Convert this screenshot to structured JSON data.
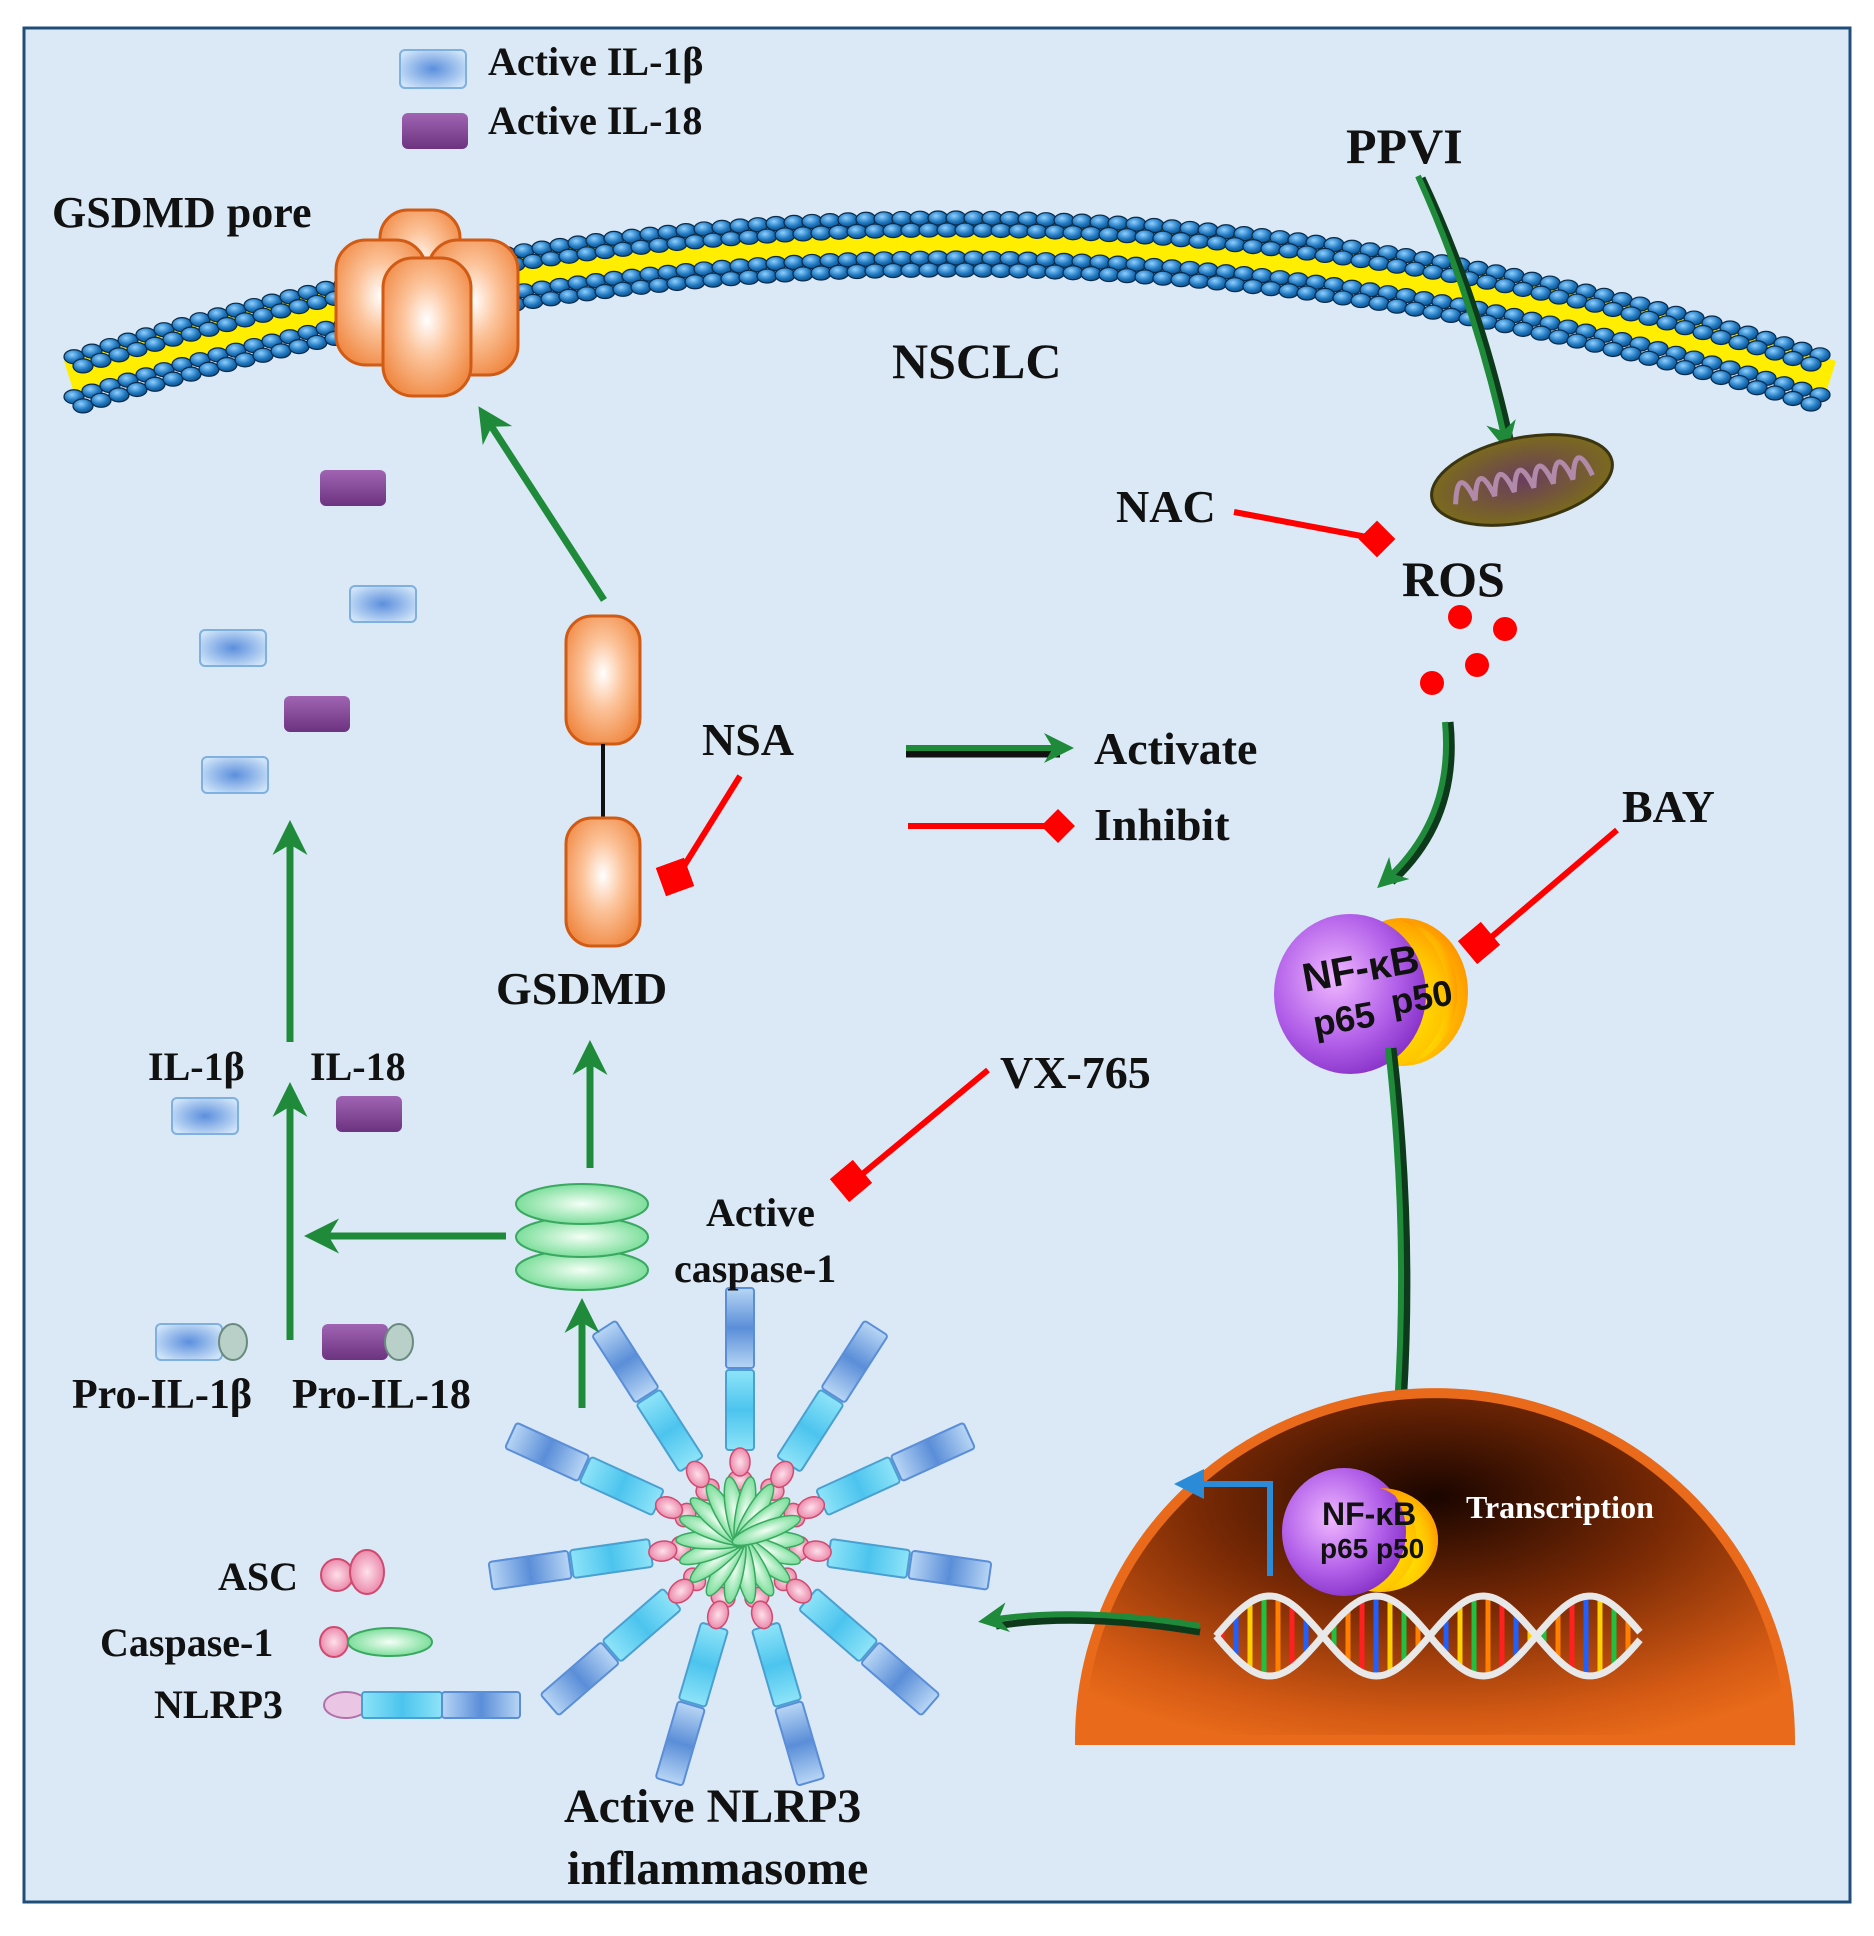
{
  "labels": {
    "active_il1b": "Active IL-1β",
    "active_il18": "Active IL-18",
    "gsdmd_pore": "GSDMD pore",
    "nsclc": "NSCLC",
    "ppvi": "PPVI",
    "nac": "NAC",
    "ros": "ROS",
    "nsa": "NSA",
    "activate": "Activate",
    "inhibit": "Inhibit",
    "bay": "BAY",
    "nfkb": "NF-κB",
    "p65": "p65",
    "p50": "p50",
    "gsdmd": "GSDMD",
    "il1b": "IL-1β",
    "il18": "IL-18",
    "vx765": "VX-765",
    "active_caspase1_line1": "Active",
    "active_caspase1_line2": "caspase-1",
    "pro_il1b": "Pro-IL-1β",
    "pro_il18": "Pro-IL-18",
    "transcription": "Transcription",
    "asc": "ASC",
    "caspase1": "Caspase-1",
    "nlrp3": "NLRP3",
    "inflammasome_line1": "Active NLRP3",
    "inflammasome_line2": "inflammasome"
  },
  "colors": {
    "background": "#dae9f5",
    "frame": "#1f4e79",
    "activate_arrow": "#1e8a3a",
    "inhibit_line": "#ff0000",
    "membrane_head": "#2a7fc0",
    "membrane_tail": "#ffee00",
    "gsdmd_fill": "#f9a66b",
    "il18_fill": "#8a4a9c",
    "il1b_fill": "#a9cdf0",
    "p65_fill": "#9b3fd4",
    "p50_fill": "#ffb000",
    "nucleus_fill": "#b8440c",
    "transcription_arrow": "#2b8bd6"
  }
}
